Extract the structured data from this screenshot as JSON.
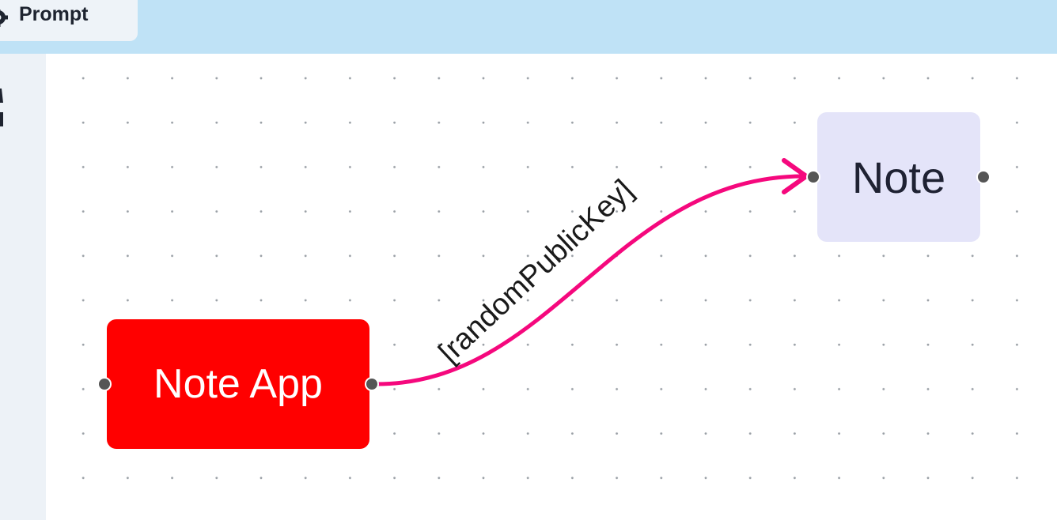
{
  "toolbar": {
    "tab_label": "Prompt",
    "tab_icon": "gear-icon"
  },
  "sidebar": {
    "icon": "node-tool-icon"
  },
  "graph": {
    "nodes": [
      {
        "id": "note-app",
        "label": "Note App",
        "color": "#ff0000",
        "text_color": "#ffffff"
      },
      {
        "id": "note",
        "label": "Note",
        "color": "#e4e4f9",
        "text_color": "#1f2233"
      }
    ],
    "edges": [
      {
        "source": "note-app",
        "target": "note",
        "label": "[randomPublicKey]",
        "color": "#f5087d"
      }
    ]
  },
  "colors": {
    "topbar": "#bfe2f6",
    "sidebar": "#edf2f7",
    "grid_dot": "#9aa0a6",
    "handle": "#555555"
  }
}
